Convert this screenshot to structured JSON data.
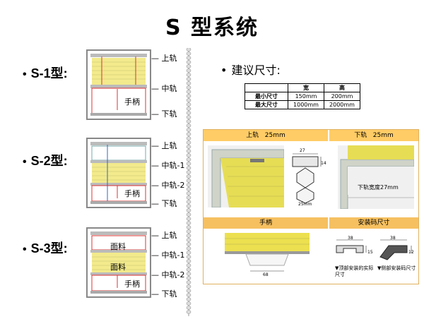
{
  "title": "S 型系统",
  "models": [
    {
      "label": "S-1型:"
    },
    {
      "label": "S-2型:"
    },
    {
      "label": "S-3型:"
    }
  ],
  "rail_labels": {
    "top": "上轨",
    "middle": "中轨",
    "middle1": "中轨-1",
    "middle2": "中轨-2",
    "bottom": "下轨",
    "handle": "手柄",
    "fabric": "面料"
  },
  "suggest": {
    "heading": "建议尺寸:",
    "columns": [
      "",
      "宽",
      "高"
    ],
    "rows": [
      [
        "最小尺寸",
        "150mm",
        "200mm"
      ],
      [
        "最大尺寸",
        "1000mm",
        "2000mm"
      ]
    ]
  },
  "panel": {
    "top_rail": {
      "name": "上轨",
      "size": "25mm",
      "dim_w": "27",
      "dim_h": "14",
      "dim_b": "25mm"
    },
    "bottom_rail": {
      "name": "下轨",
      "size": "25mm",
      "note": "下轨宽度27mm"
    },
    "handle": {
      "name": "手柄",
      "dim": "68"
    },
    "bracket": {
      "name": "安装码尺寸",
      "dim_a": "38",
      "dim_a_h": "15",
      "dim_b": "38",
      "dim_b_h": "12",
      "note_a": "▼顶部安装的实际尺寸",
      "note_b": "▼侧部安装码尺寸"
    }
  },
  "colors": {
    "fabric": "#f2ea8c",
    "rail": "#d8d8d8",
    "panel_header": "#ffcc66"
  }
}
